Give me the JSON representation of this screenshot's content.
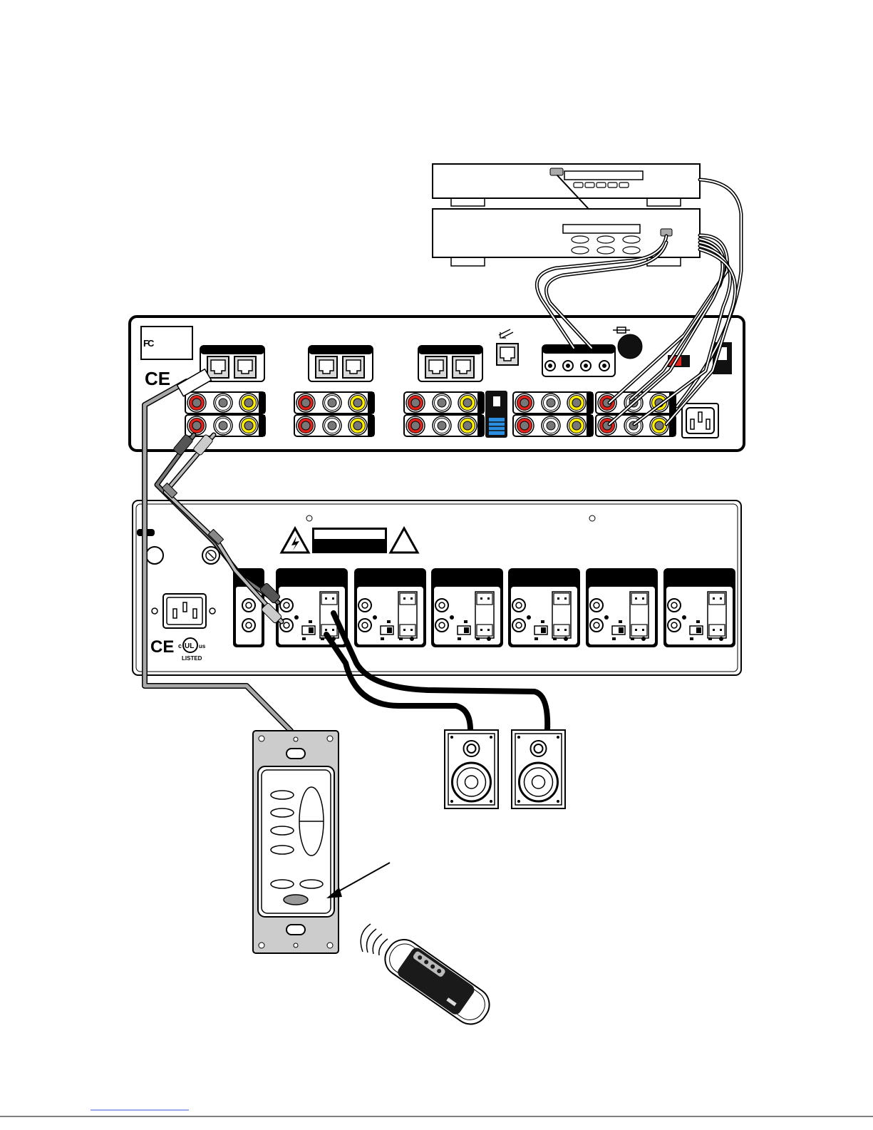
{
  "diagram": {
    "hub": {
      "logos": {
        "fcc": "FC",
        "ce": "CE"
      },
      "zones": 5
    },
    "amplifier": {
      "logos": {
        "ce": "CE",
        "ul_c": "c",
        "ul_mark": "UL",
        "ul_us": "us",
        "ul_listed": "LISTED"
      },
      "channels": 6
    },
    "colors": {
      "rca_red": "#e0221b",
      "rca_white": "#ffffff",
      "rca_yellow": "#ffee00",
      "cable_gray": "#a8a8a8",
      "dip_blue": "#2a8fe0",
      "switch_red": "#e0221b"
    }
  }
}
